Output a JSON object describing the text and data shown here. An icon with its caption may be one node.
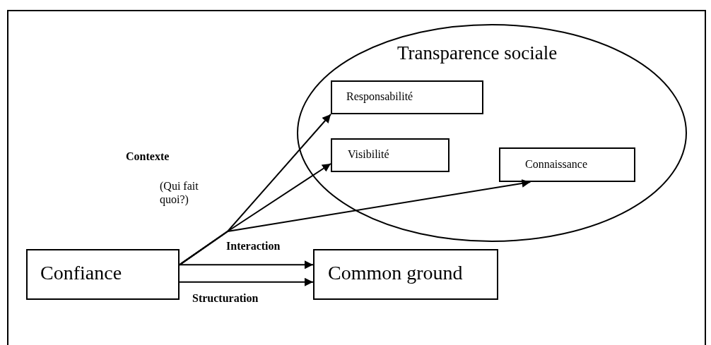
{
  "diagram": {
    "nodes": [
      {
        "text": [
          "Transparence sociale"
        ]
      },
      {
        "text": [
          "Responsabilité"
        ],
        "in": 0
      },
      {
        "text": [
          "Visibilité"
        ],
        "in": 0
      },
      {
        "text": [
          "Connaissance"
        ],
        "in": 0
      },
      {
        "text": [
          "Confiance"
        ]
      },
      {
        "text": [
          "Common ground"
        ]
      }
    ],
    "edges": [
      {
        "from": 4,
        "to": 5,
        "arrow": "to",
        "label": "Interaction"
      },
      {
        "from": 4,
        "to": 5,
        "arrow": "to",
        "label": "Structuration"
      },
      {
        "from": 4,
        "to": 1,
        "arrow": "to"
      },
      {
        "from": 4,
        "to": 2,
        "arrow": "to"
      },
      {
        "from": 4,
        "to": 3,
        "arrow": "to"
      }
    ],
    "labels": [
      "Contexte",
      "(Qui fait quoi?)"
    ]
  }
}
